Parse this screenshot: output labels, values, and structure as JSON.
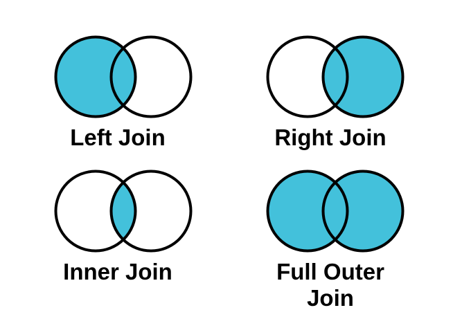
{
  "figure": {
    "type": "venn-diagram-set",
    "description": "SQL join types illustrated as two-circle Venn diagrams"
  },
  "colors": {
    "highlight_fill": "#43C1DB",
    "circle_outline": "#000000",
    "background": "#FFFFFF",
    "label_text": "#000000"
  },
  "diagrams": [
    {
      "label": "Left Join",
      "filled_regions": [
        "left-circle",
        "intersection"
      ]
    },
    {
      "label": "Right Join",
      "filled_regions": [
        "right-circle",
        "intersection"
      ]
    },
    {
      "label": "Inner Join",
      "filled_regions": [
        "intersection"
      ]
    },
    {
      "label": "Full Outer Join",
      "filled_regions": [
        "left-circle",
        "right-circle",
        "intersection"
      ]
    }
  ]
}
